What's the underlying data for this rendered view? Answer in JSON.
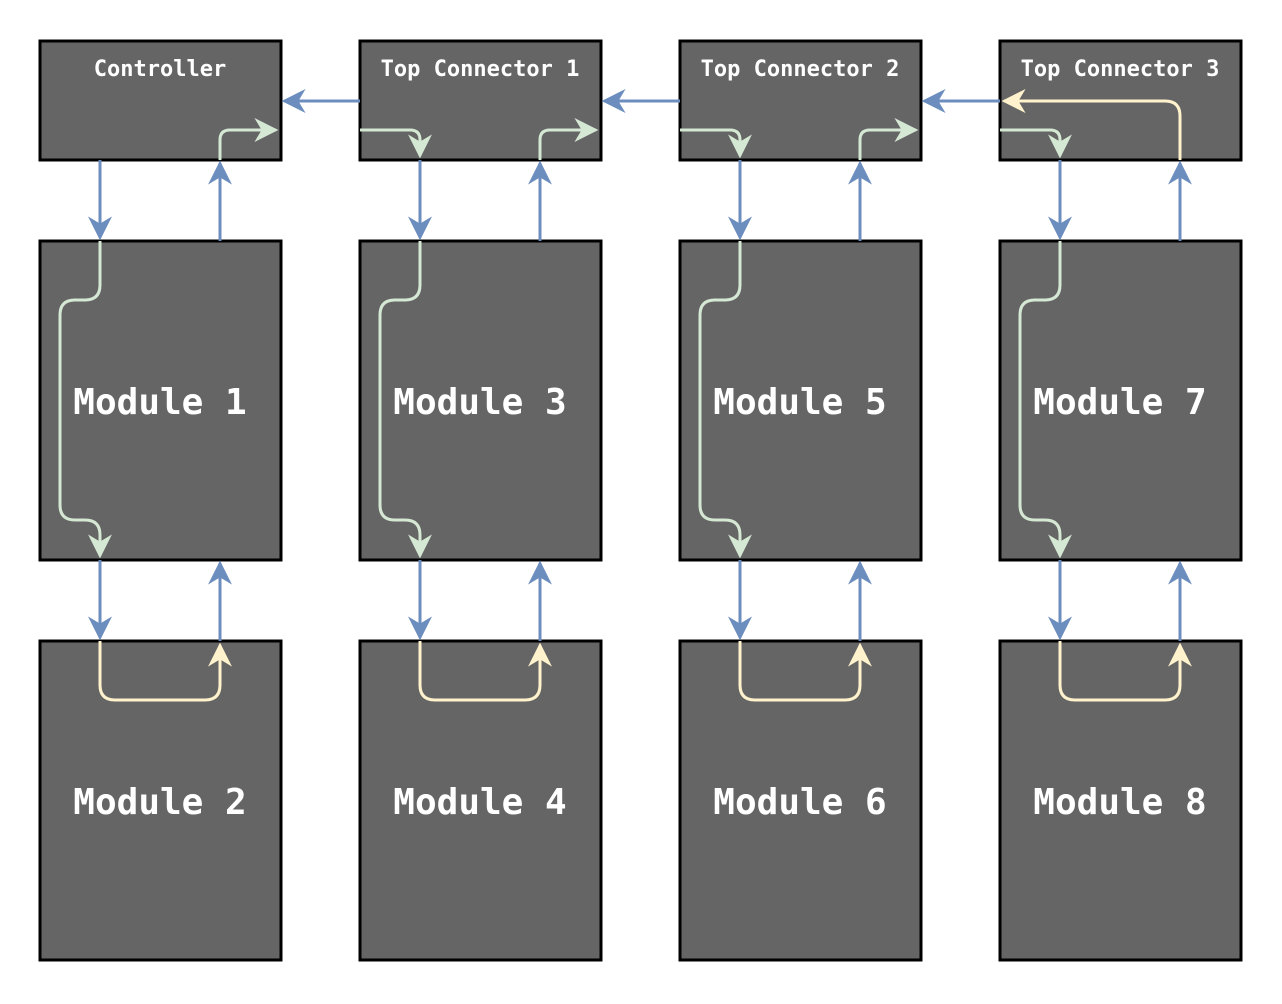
{
  "colors": {
    "background": "#ffffff",
    "box_fill": "#656565",
    "box_stroke": "#000000",
    "bus_blue": "#6c8ebf",
    "path_green": "#d5e8d4",
    "path_yellow": "#fff2cc",
    "text": "#ffffff"
  },
  "top_row": {
    "controller": "Controller",
    "connector_1": "Top Connector 1",
    "connector_2": "Top Connector 2",
    "connector_3": "Top Connector 3"
  },
  "modules": {
    "m1": "Module 1",
    "m2": "Module 2",
    "m3": "Module 3",
    "m4": "Module 4",
    "m5": "Module 5",
    "m6": "Module 6",
    "m7": "Module 7",
    "m8": "Module 8"
  }
}
